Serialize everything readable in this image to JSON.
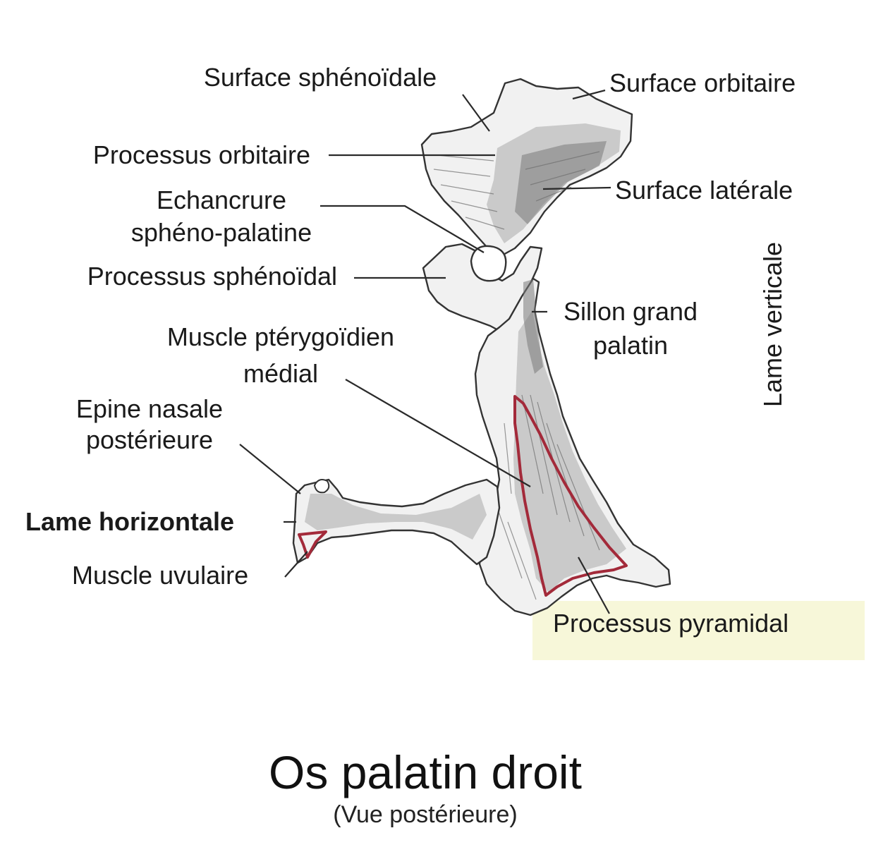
{
  "labels": {
    "surface_sphenoidale": "Surface sphénoïdale",
    "surface_orbitaire": "Surface orbitaire",
    "processus_orbitaire": "Processus orbitaire",
    "surface_laterale": "Surface latérale",
    "echancrure_line1": "Echancrure",
    "echancrure_line2": "sphéno-palatine",
    "processus_sphenoidal": "Processus sphénoïdal",
    "sillon_line1": "Sillon grand",
    "sillon_line2": "palatin",
    "lame_verticale": "Lame verticale",
    "muscle_pterygoidien_line1": "Muscle ptérygoïdien",
    "muscle_pterygoidien_line2": "médial",
    "epine_line1": "Epine nasale",
    "epine_line2": "postérieure",
    "lame_horizontale": "Lame horizontale",
    "muscle_uvulaire": "Muscle uvulaire",
    "processus_pyramidal": "Processus pyramidal"
  },
  "title": "Os palatin droit",
  "subtitle": "(Vue postérieure)",
  "colors": {
    "highlight_box": "#f7f7d9",
    "muscle_outline": "#a32a3a"
  }
}
